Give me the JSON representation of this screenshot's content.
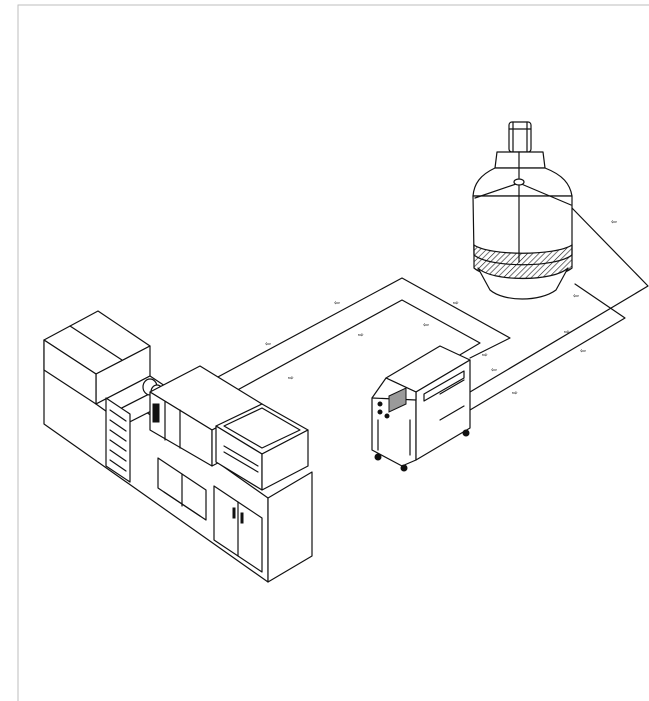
{
  "figure": {
    "components": [
      {
        "id": "injection-molding-machine"
      },
      {
        "id": "mold-temperature-controller"
      },
      {
        "id": "cooling-tower"
      }
    ],
    "flow_arrow_icon": "small-arrow-icon"
  }
}
